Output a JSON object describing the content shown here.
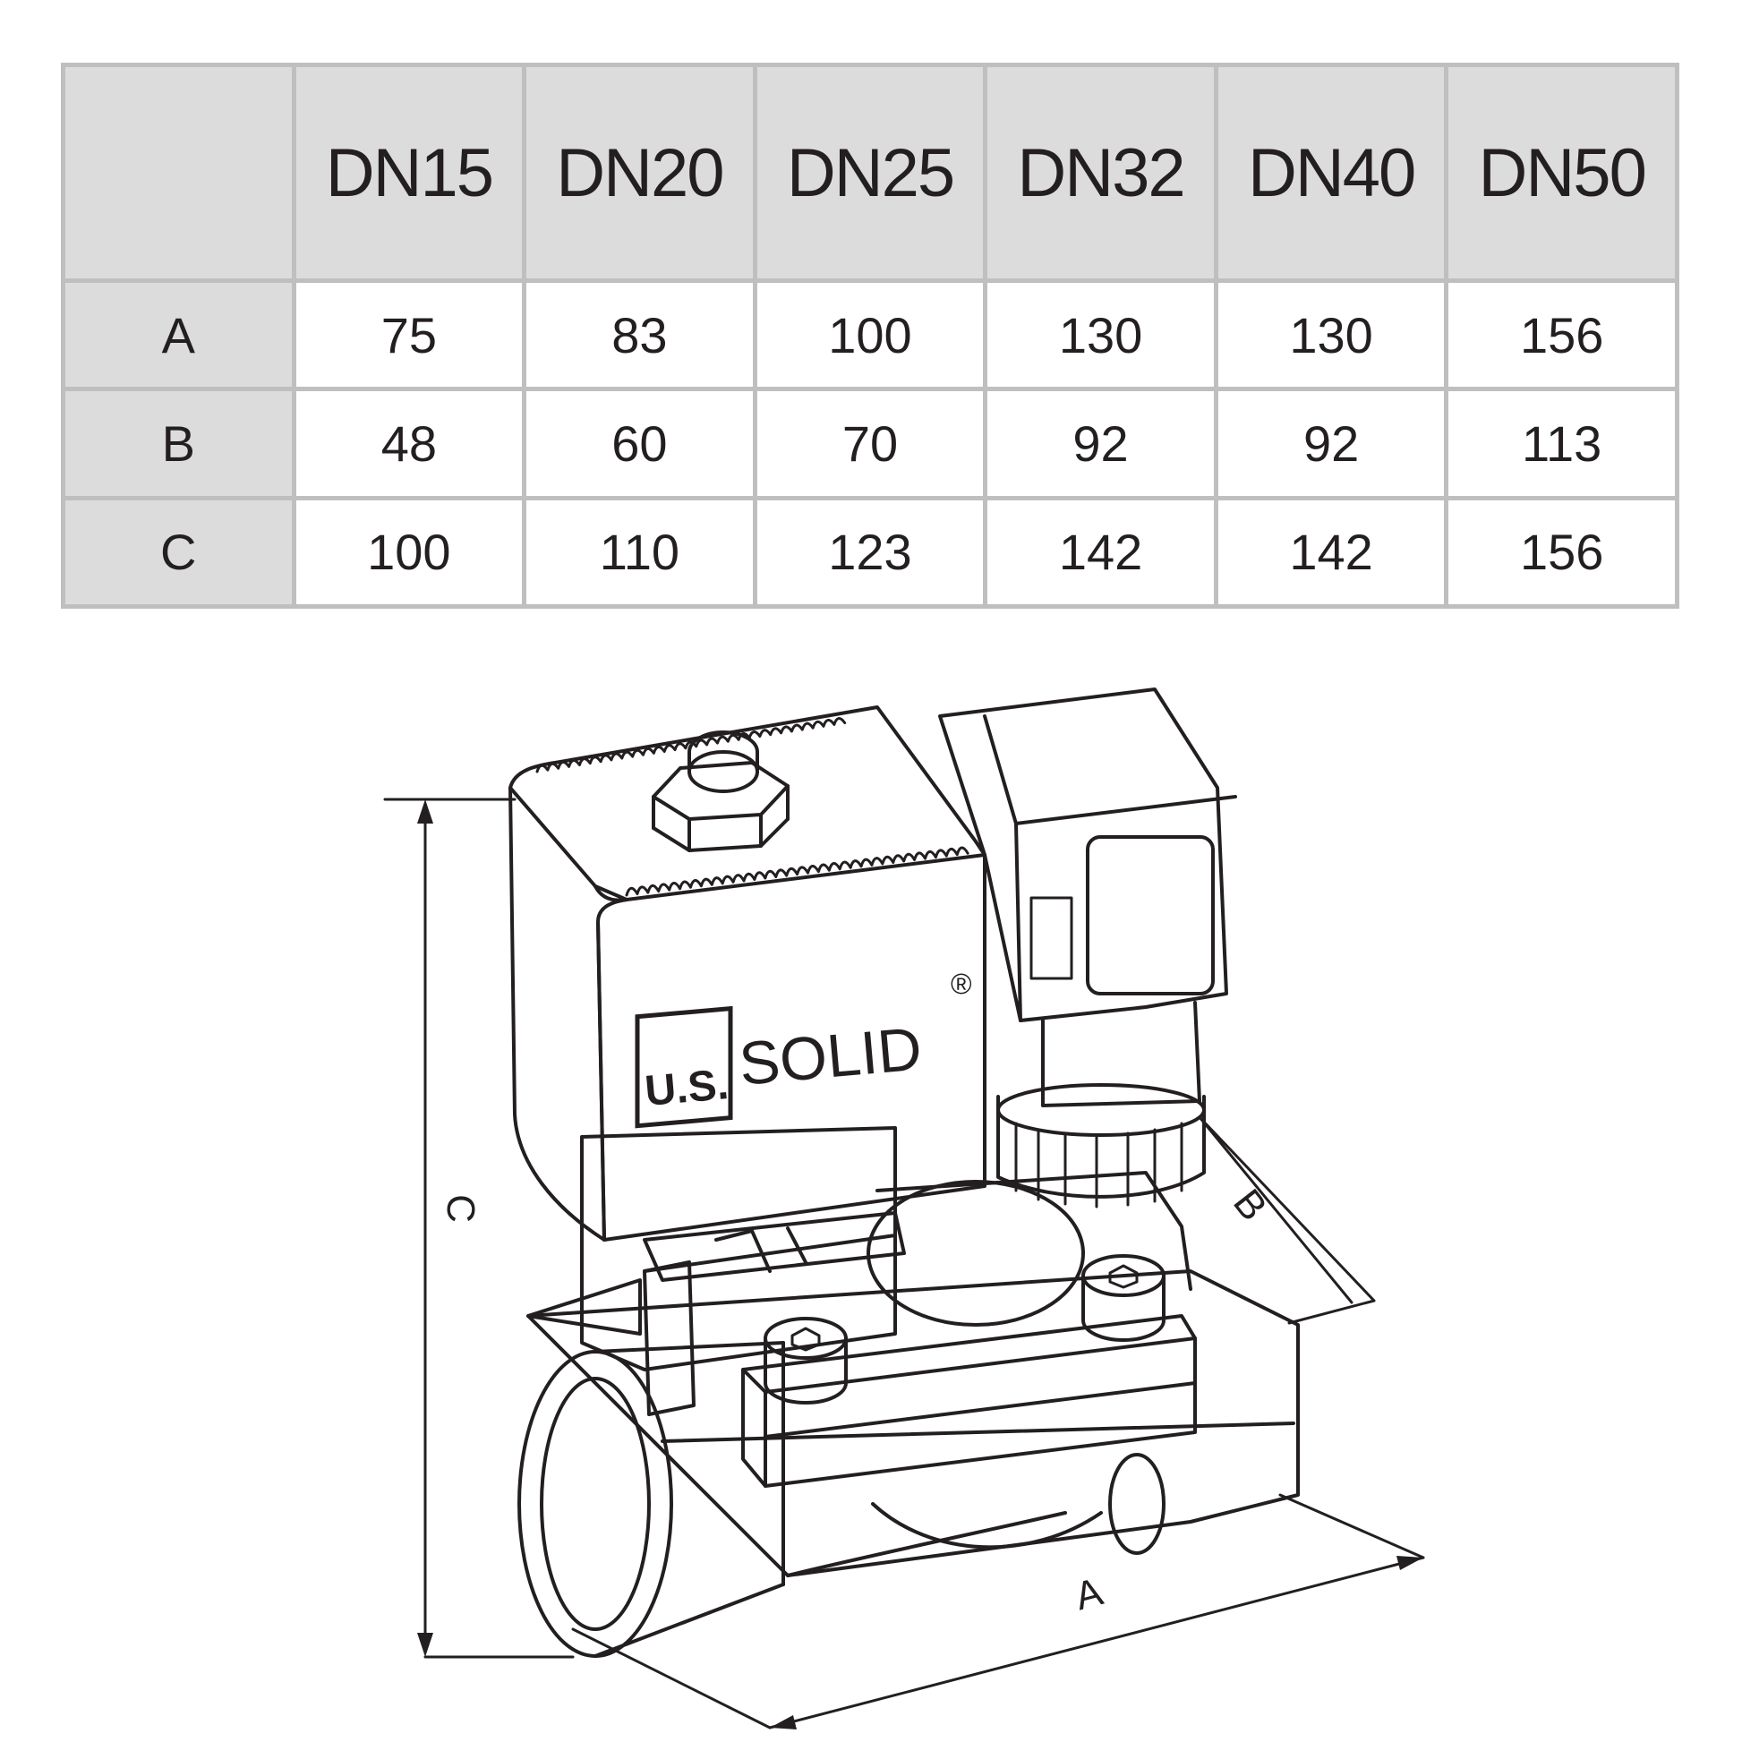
{
  "table": {
    "header": [
      "",
      "DN15",
      "DN20",
      "DN25",
      "DN32",
      "DN40",
      "DN50"
    ],
    "rows": [
      {
        "label": "A",
        "values": [
          "75",
          "83",
          "100",
          "130",
          "130",
          "156"
        ]
      },
      {
        "label": "B",
        "values": [
          "48",
          "60",
          "70",
          "92",
          "92",
          "113"
        ]
      },
      {
        "label": "C",
        "values": [
          "100",
          "110",
          "123",
          "142",
          "142",
          "156"
        ]
      }
    ]
  },
  "drawing": {
    "dim_labels": {
      "a": "A",
      "b": "B",
      "c": "C"
    },
    "brand": {
      "mark": "U.S.",
      "name": "SOLID",
      "registered": "®"
    }
  },
  "colors": {
    "header_bg": "#dcdcdc",
    "grid": "#bfbfbf",
    "ink": "#231f20"
  }
}
